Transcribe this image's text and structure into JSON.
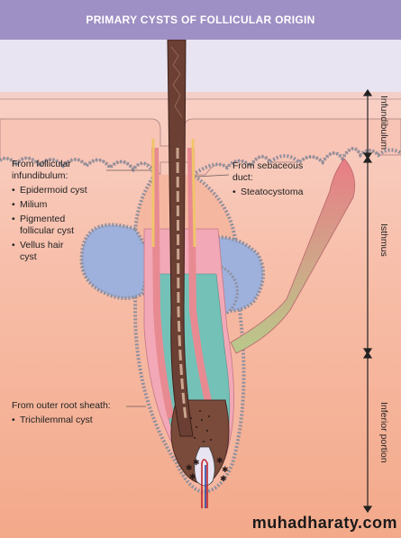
{
  "title": "PRIMARY CYSTS OF FOLLICULAR ORIGIN",
  "groups": {
    "follicular_infundibulum": {
      "heading": "From follicular infundibulum:",
      "items": [
        "Epidermoid cyst",
        "Milium",
        "Pigmented follicular cyst",
        "Vellus hair cyst"
      ]
    },
    "sebaceous_duct": {
      "heading": "From sebaceous duct:",
      "items": [
        "Steatocystoma"
      ]
    },
    "outer_root_sheath": {
      "heading": "From outer root sheath:",
      "items": [
        "Trichilemmal cyst"
      ]
    }
  },
  "regions": {
    "infundibulum": "Infundibulum",
    "isthmus": "Isthmus",
    "inferior": "Inferior portion"
  },
  "watermark": "muhadharaty.com",
  "colors": {
    "banner": "#9e8fc4",
    "sky": "#e9e4f1",
    "epidermis": "#f7c9bc",
    "dermis": "#f6b49c",
    "cyst": "#9eb0dc",
    "hair_shaft": "#6b3f33",
    "inner_sheath": "#e88a92",
    "outer_sheath": "#f2a8b6",
    "bulb_teal": "#74c1b8",
    "muscle": "#e4868a"
  }
}
